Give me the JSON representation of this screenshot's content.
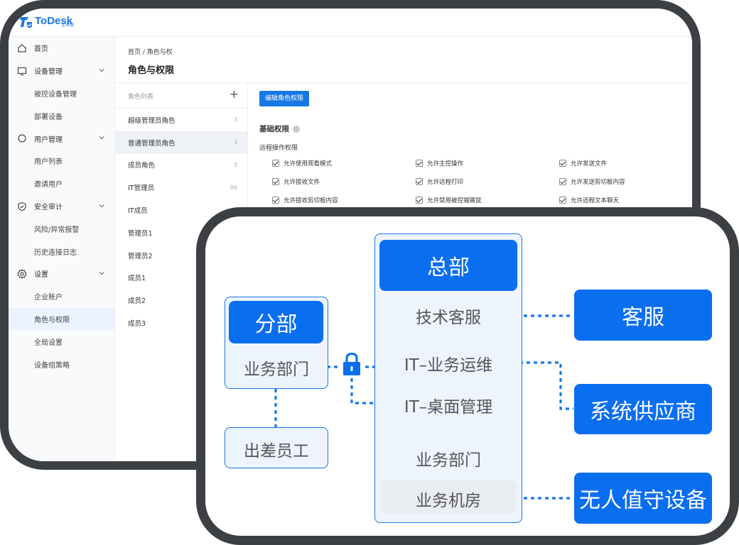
{
  "brand": {
    "name": "ToDesk",
    "edition": "企业版",
    "color": "#1677e5"
  },
  "sidebar": {
    "items": [
      {
        "label": "首页",
        "type": "group",
        "icon": "home-icon",
        "chevron": false
      },
      {
        "label": "设备管理",
        "type": "group",
        "icon": "monitor-icon",
        "chevron": true
      },
      {
        "label": "被控设备管理",
        "type": "sub"
      },
      {
        "label": "部署设备",
        "type": "sub"
      },
      {
        "label": "用户管理",
        "type": "group",
        "icon": "user-icon",
        "chevron": true
      },
      {
        "label": "用户列表",
        "type": "sub"
      },
      {
        "label": "邀请用户",
        "type": "sub"
      },
      {
        "label": "安全审计",
        "type": "group",
        "icon": "shield-icon",
        "chevron": true
      },
      {
        "label": "风险/异常报警",
        "type": "sub"
      },
      {
        "label": "历史连接日志",
        "type": "sub"
      },
      {
        "label": "设置",
        "type": "group",
        "icon": "gear-icon",
        "chevron": true
      },
      {
        "label": "企业账户",
        "type": "sub"
      },
      {
        "label": "角色与权限",
        "type": "sub",
        "active": true
      },
      {
        "label": "全局设置",
        "type": "sub"
      },
      {
        "label": "设备组策略",
        "type": "sub"
      }
    ]
  },
  "header": {
    "breadcrumb": "首页  /  角色与权",
    "title": "角色与权限"
  },
  "roles": {
    "header": "角色列表",
    "add": "+",
    "items": [
      {
        "name": "超级管理员角色",
        "count": "3"
      },
      {
        "name": "普通管理员角色",
        "count": "3",
        "active": true
      },
      {
        "name": "成员角色",
        "count": "3"
      },
      {
        "name": "IT管理员",
        "count": "89"
      },
      {
        "name": "IT成员",
        "count": ""
      },
      {
        "name": "管理员1",
        "count": ""
      },
      {
        "name": "管理员2",
        "count": ""
      },
      {
        "name": "成员1",
        "count": ""
      },
      {
        "name": "成员2",
        "count": ""
      },
      {
        "name": "成员3",
        "count": ""
      }
    ]
  },
  "permissions": {
    "edit_button": "编辑角色权限",
    "section_title": "基础权限",
    "group_title": "远程操作权限",
    "items": [
      "允许使用观看模式",
      "允许主控操作",
      "允许发送文件",
      "允许接收文件",
      "允许远程打印",
      "允许发送剪切板内容",
      "允许接收剪切板内容",
      "允许禁用被控端键鼠",
      "允许远程文本聊天"
    ]
  },
  "diagram": {
    "accent": "#0a6ef0",
    "hq": "总部",
    "hq_items": [
      "技术客服",
      "IT–业务运维",
      "IT–桌面管理",
      "业务部门",
      "业务机房"
    ],
    "branch": "分部",
    "branch_item": "业务部门",
    "travel": "出差员工",
    "right": [
      "客服",
      "系统供应商",
      "无人值守设备"
    ]
  }
}
